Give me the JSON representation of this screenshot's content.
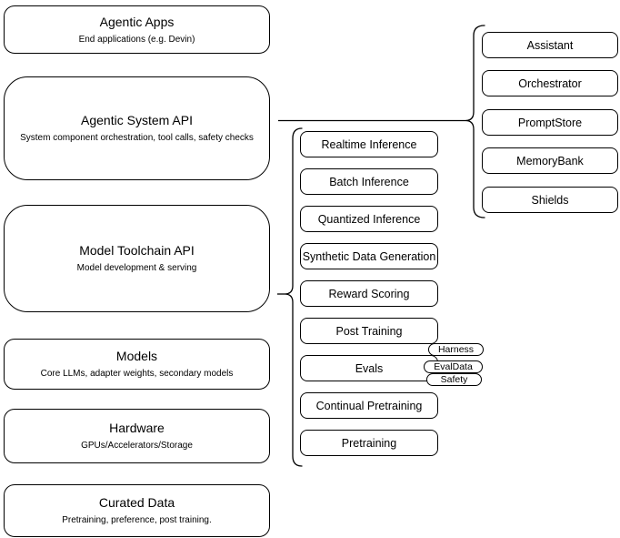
{
  "diagram": {
    "left_stack": [
      {
        "title": "Agentic Apps",
        "subtitle": "End applications (e.g. Devin)"
      },
      {
        "title": "Agentic System API",
        "subtitle": "System component orchestration, tool calls, safety checks"
      },
      {
        "title": "Model Toolchain API",
        "subtitle": "Model development & serving"
      },
      {
        "title": "Models",
        "subtitle": "Core LLMs, adapter weights, secondary models"
      },
      {
        "title": "Hardware",
        "subtitle": "GPUs/Accelerators/Storage"
      },
      {
        "title": "Curated Data",
        "subtitle": "Pretraining, preference, post training."
      }
    ],
    "toolchain_services": [
      "Realtime Inference",
      "Batch Inference",
      "Quantized Inference",
      "Synthetic Data Generation",
      "Reward Scoring",
      "Post Training",
      "Evals",
      "Continual Pretraining",
      "Pretraining"
    ],
    "evals_tags": [
      "Harness",
      "EvalData",
      "Safety"
    ],
    "system_components": [
      "Assistant",
      "Orchestrator",
      "PromptStore",
      "MemoryBank",
      "Shields"
    ],
    "colors": {
      "stroke": "#000000",
      "fill": "#ffffff",
      "text": "#000000",
      "background": "#ffffff"
    }
  }
}
